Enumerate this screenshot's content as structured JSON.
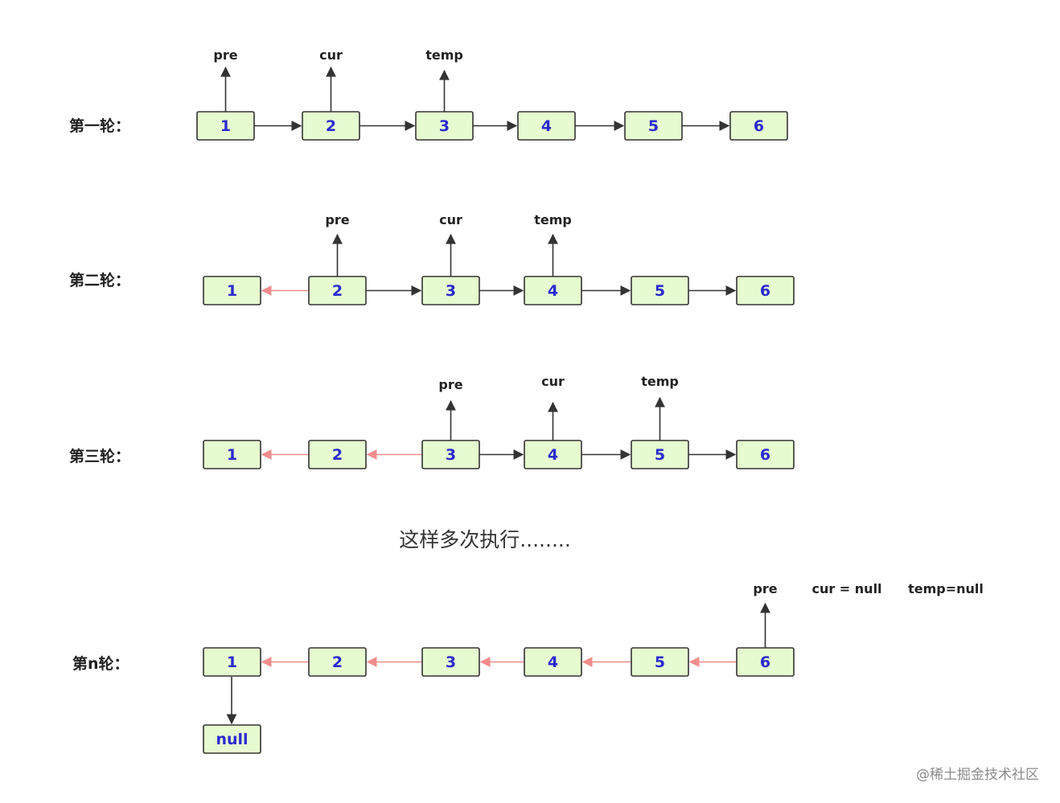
{
  "rounds": [
    {
      "label": "第一轮：",
      "nodes": [
        "1",
        "2",
        "3",
        "4",
        "5",
        "6"
      ],
      "edges": [
        "forward",
        "forward",
        "forward",
        "forward",
        "forward"
      ],
      "pointers": [
        {
          "name": "pre",
          "node_index": 0
        },
        {
          "name": "cur",
          "node_index": 1
        },
        {
          "name": "temp",
          "node_index": 2
        }
      ]
    },
    {
      "label": "第二轮：",
      "nodes": [
        "1",
        "2",
        "3",
        "4",
        "5",
        "6"
      ],
      "edges": [
        "reversed",
        "forward",
        "forward",
        "forward",
        "forward"
      ],
      "pointers": [
        {
          "name": "pre",
          "node_index": 1
        },
        {
          "name": "cur",
          "node_index": 2
        },
        {
          "name": "temp",
          "node_index": 3
        }
      ]
    },
    {
      "label": "第三轮：",
      "nodes": [
        "1",
        "2",
        "3",
        "4",
        "5",
        "6"
      ],
      "edges": [
        "reversed",
        "reversed",
        "forward",
        "forward",
        "forward"
      ],
      "pointers": [
        {
          "name": "pre",
          "node_index": 2
        },
        {
          "name": "cur",
          "node_index": 3
        },
        {
          "name": "temp",
          "node_index": 4
        }
      ]
    },
    {
      "label": "第n轮：",
      "nodes": [
        "1",
        "2",
        "3",
        "4",
        "5",
        "6"
      ],
      "edges": [
        "reversed",
        "reversed",
        "reversed",
        "reversed",
        "reversed"
      ],
      "pointers": [
        {
          "name": "pre",
          "node_index": 5
        }
      ],
      "extra_labels": [
        "cur = null",
        "temp=null"
      ],
      "tail_node": "null"
    }
  ],
  "caption": "这样多次执行........",
  "watermark": "@稀土掘金技术社区",
  "colors": {
    "node_fill": "#e6fbd0",
    "node_text": "#2a2ad0",
    "forward_edge": "#333333",
    "reversed_edge": "#f08c8c"
  }
}
